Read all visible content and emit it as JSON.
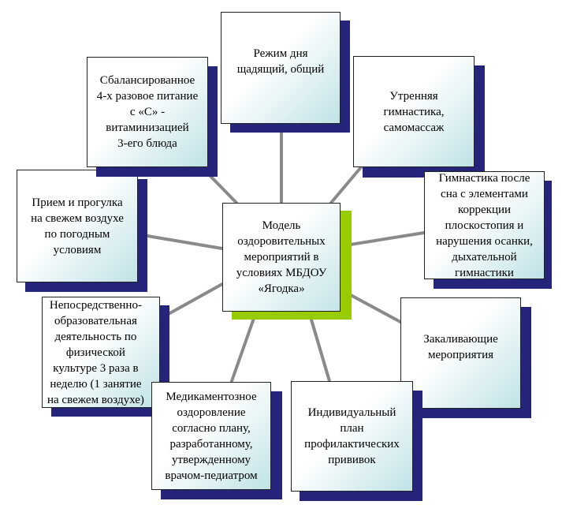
{
  "diagram": {
    "center": "Модель\nоздоровительных\nмероприятий в\nусловиях МБДОУ\n«Ягодка»",
    "nodes": [
      {
        "id": "regime",
        "text": "Режим дня\nщадящий, общий"
      },
      {
        "id": "morning",
        "text": "Утренняя\nгимнастика,\nсамомассаж"
      },
      {
        "id": "after_sleep",
        "text": "Гимнастика после\nсна с элементами\nкоррекции\nплоскостопия и\nнарушения осанки,\nдыхательной\nгимнастики"
      },
      {
        "id": "hardening",
        "text": "Закаливающие\nмероприятия"
      },
      {
        "id": "vaccination",
        "text": "Индивидуальный\nплан\nпрофилактических\nпрививок"
      },
      {
        "id": "medication",
        "text": "Медикаментозное\nоздоровление\nсогласно плану,\nразработанному,\nутвержденному\nврачом-педиатром"
      },
      {
        "id": "education",
        "text": "Непосредственно-\nобразовательная\nдеятельность по\nфизической\nкультуре 3 раза в\nнеделю (1 занятие\nна свежем воздухе)"
      },
      {
        "id": "walk",
        "text": "Прием и прогулка\nна свежем воздухе\nпо погодным\nусловиям"
      },
      {
        "id": "nutrition",
        "text": "Сбалансированное\n4-х разовое питание\nс «С» -\nвитаминизацией\n3-его блюда"
      }
    ]
  }
}
